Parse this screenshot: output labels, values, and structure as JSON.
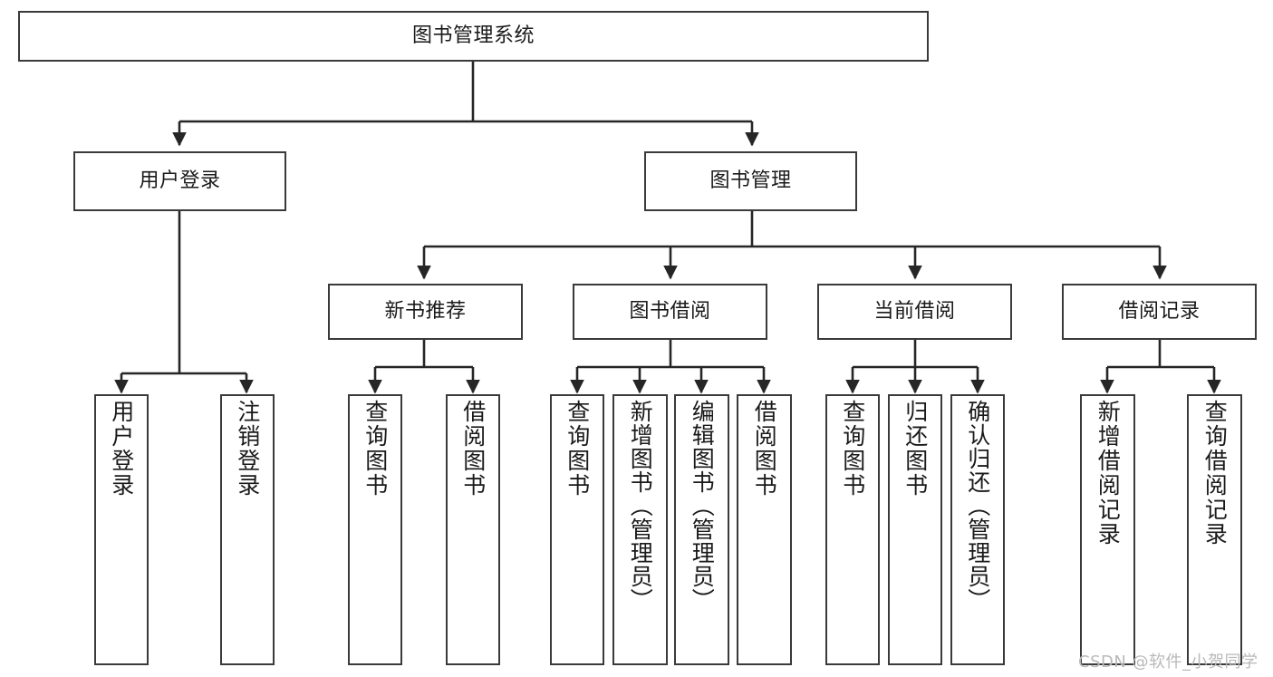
{
  "diagram": {
    "title": "图书管理系统",
    "type": "hierarchy-tree",
    "colors": {
      "box_border": "#3a3a3a",
      "box_fill": "#ffffff",
      "edge": "#262626",
      "text": "#1a1a1a",
      "watermark": "#b9b9b9",
      "background": "#ffffff"
    },
    "levels": {
      "root": {
        "label": "图书管理系统"
      },
      "level2": [
        {
          "label": "用户登录"
        },
        {
          "label": "图书管理"
        }
      ],
      "level3": [
        {
          "label": "新书推荐"
        },
        {
          "label": "图书借阅"
        },
        {
          "label": "当前借阅"
        },
        {
          "label": "借阅记录"
        }
      ],
      "leaves": {
        "user_login": [
          {
            "label": "用户登录"
          },
          {
            "label": "注销登录"
          }
        ],
        "new_book_recommend": [
          {
            "label": "查询图书"
          },
          {
            "label": "借阅图书"
          }
        ],
        "book_borrow": [
          {
            "label": "查询图书"
          },
          {
            "label": "新增图书（管理员）"
          },
          {
            "label": "编辑图书（管理员）"
          },
          {
            "label": "借阅图书"
          }
        ],
        "current_borrow": [
          {
            "label": "查询图书"
          },
          {
            "label": "归还图书"
          },
          {
            "label": "确认归还（管理员）"
          }
        ],
        "borrow_record": [
          {
            "label": "新增借阅记录"
          },
          {
            "label": "查询借阅记录"
          }
        ]
      }
    },
    "watermark": "CSDN @软件_小贺同学"
  }
}
